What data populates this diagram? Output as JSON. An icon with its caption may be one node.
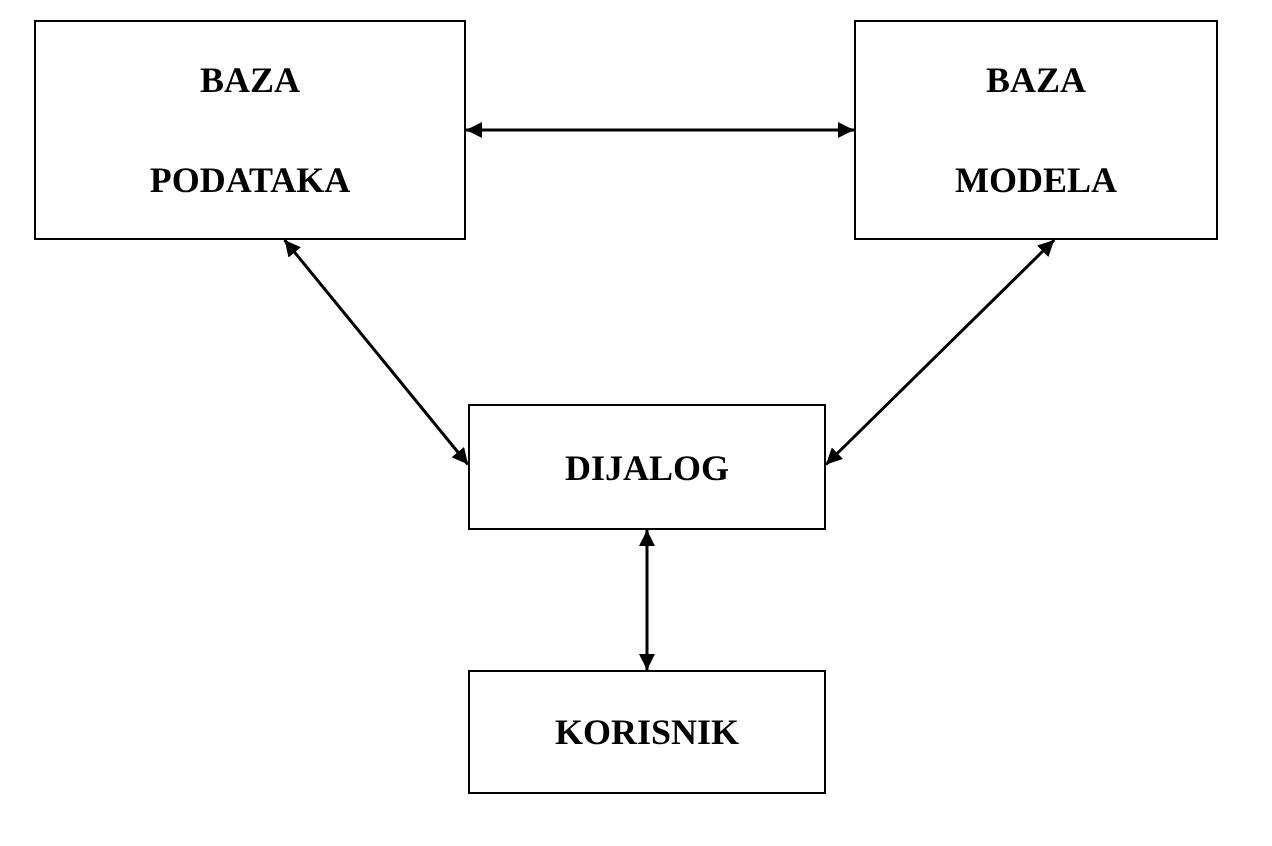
{
  "diagram": {
    "nodes": [
      {
        "text": [
          "BAZA PODATAKA"
        ]
      },
      {
        "text": [
          "BAZA MODELA"
        ]
      },
      {
        "text": [
          "DIJALOG"
        ]
      },
      {
        "text": [
          "KORISNIK"
        ]
      }
    ],
    "edges": [
      {
        "from": 0,
        "to": 1,
        "arrow": "both"
      },
      {
        "from": 0,
        "to": 2,
        "arrow": "both"
      },
      {
        "from": 1,
        "to": 2,
        "arrow": "both"
      },
      {
        "from": 2,
        "to": 3,
        "arrow": "both"
      }
    ]
  }
}
